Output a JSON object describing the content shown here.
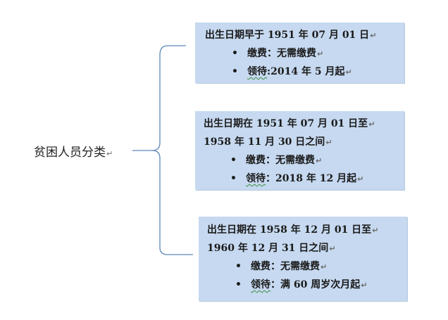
{
  "root": {
    "label": "贫困人员分类"
  },
  "return_mark": "↵",
  "groups": [
    {
      "lines": [
        "出生日期早于 1951 年 07 月 01 日"
      ],
      "pay_key": "缴费：",
      "pay_value": "无需缴费",
      "recv_key": "领待",
      "recv_value": ":2014 年 5 月起"
    },
    {
      "lines": [
        "出生日期在 1951 年 07 月 01 日至",
        "1958 年 11 月 30 日之间"
      ],
      "pay_key": "缴费：",
      "pay_value": "无需缴费",
      "recv_key": "领待",
      "recv_value": "：2018 年 12 月起"
    },
    {
      "lines": [
        "出生日期在 1958 年 12 月 01 日至",
        "1960 年 12 月 31 日之间"
      ],
      "pay_key": "缴费：",
      "pay_value": "无需缴费",
      "recv_key": "领待",
      "recv_value": "：满 60 周岁次月起"
    }
  ],
  "bullet_glyph": "•",
  "colors": {
    "box_fill": "#c6d9f0",
    "brace_stroke": "#5b87b8",
    "spell_underline": "#3d8c3d"
  }
}
